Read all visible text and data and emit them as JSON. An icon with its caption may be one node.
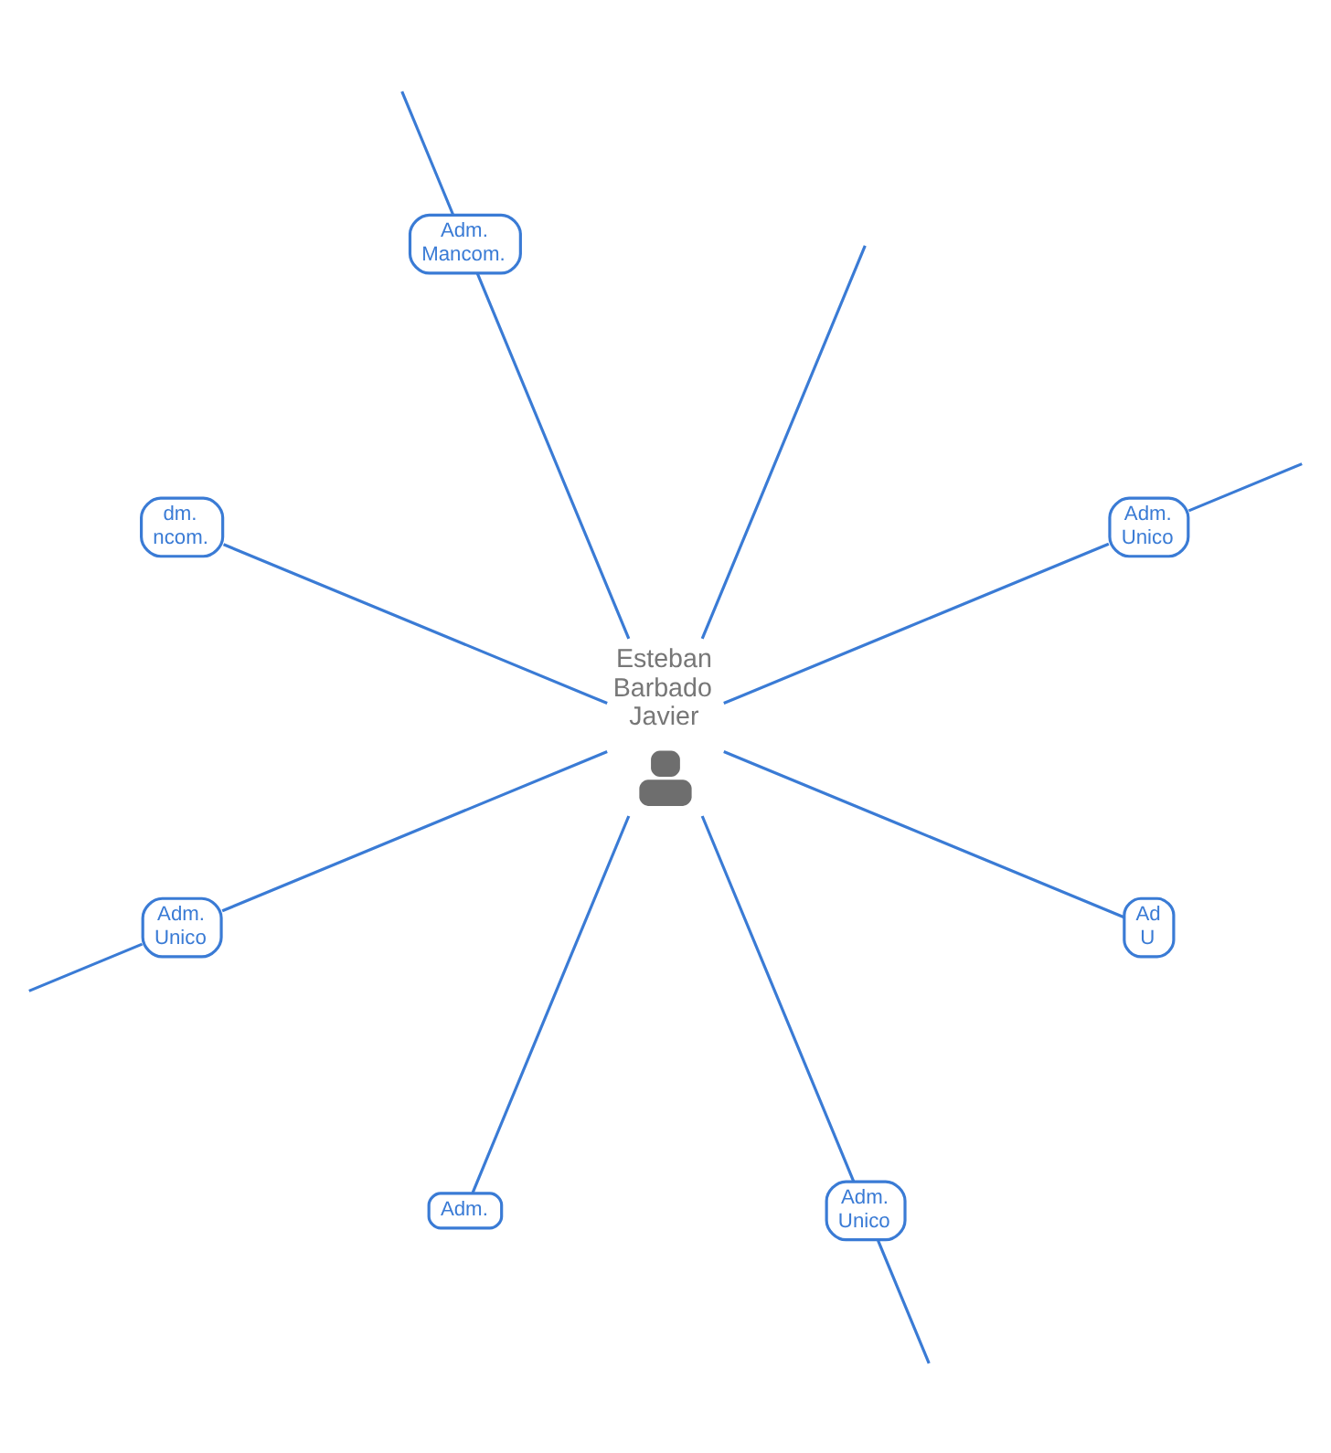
{
  "diagram": {
    "nodes": [
      {
        "text": [
          "Adm. Mancom."
        ]
      },
      {
        "text": [
          "Adm. Unico"
        ]
      },
      {
        "text": [
          "dm. ncom."
        ]
      },
      {
        "text": [
          "Esteban Barbado Javier"
        ]
      },
      {
        "text": [
          "Ad U"
        ]
      },
      {
        "text": [
          "Adm. Unico"
        ]
      },
      {
        "text": [
          "Adm. Unico"
        ]
      },
      {
        "text": [
          "Adm."
        ]
      }
    ],
    "edges": [
      {
        "from": 3,
        "to": 0,
        "arrow": "none"
      },
      {
        "from": 0,
        "to": null,
        "arrow": "none"
      },
      {
        "from": 3,
        "to": null,
        "arrow": "none"
      },
      {
        "from": 3,
        "to": 1,
        "arrow": "none"
      },
      {
        "from": 1,
        "to": null,
        "arrow": "none"
      },
      {
        "from": 3,
        "to": 2,
        "arrow": "none"
      },
      {
        "from": 3,
        "to": 4,
        "arrow": "none"
      },
      {
        "from": 3,
        "to": 5,
        "arrow": "none"
      },
      {
        "from": 5,
        "to": null,
        "arrow": "none"
      },
      {
        "from": 3,
        "to": 6,
        "arrow": "none"
      },
      {
        "from": 6,
        "to": null,
        "arrow": "none"
      },
      {
        "from": 3,
        "to": 7,
        "arrow": "none"
      }
    ]
  }
}
